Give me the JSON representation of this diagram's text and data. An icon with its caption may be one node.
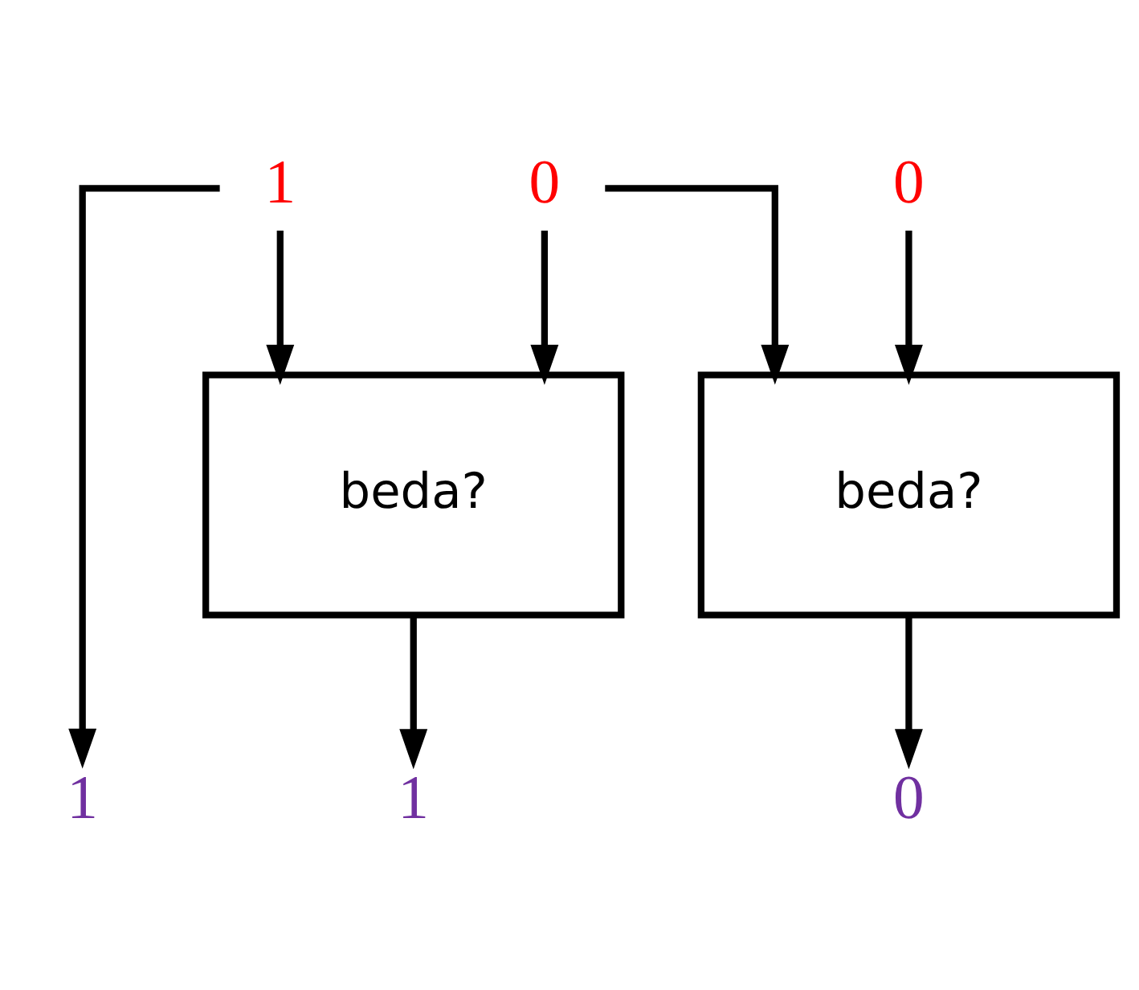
{
  "diagram": {
    "nodes": [
      {
        "text": [
          "1"
        ]
      },
      {
        "text": [
          "0"
        ]
      },
      {
        "text": [
          "0"
        ]
      },
      {
        "text": [
          "beda?"
        ]
      },
      {
        "text": [
          "beda?"
        ]
      },
      {
        "text": [
          "1"
        ]
      },
      {
        "text": [
          "1"
        ]
      },
      {
        "text": [
          "0"
        ]
      }
    ],
    "edges": [
      {
        "from": 0,
        "to": 5,
        "arrow": "to"
      },
      {
        "from": 0,
        "to": 3,
        "arrow": "to"
      },
      {
        "from": 1,
        "to": 3,
        "arrow": "to"
      },
      {
        "from": 1,
        "to": 4,
        "arrow": "to"
      },
      {
        "from": 2,
        "to": 4,
        "arrow": "to"
      },
      {
        "from": 3,
        "to": 6,
        "arrow": "to"
      },
      {
        "from": 4,
        "to": 7,
        "arrow": "to"
      }
    ]
  }
}
